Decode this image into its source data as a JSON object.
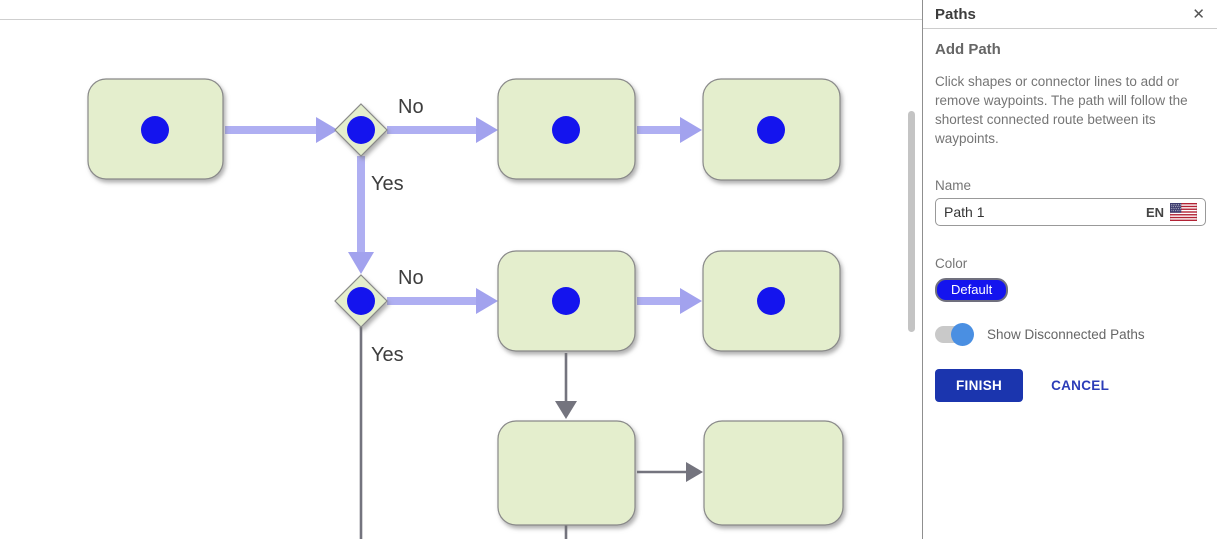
{
  "panel": {
    "title": "Paths",
    "close_icon": "✕",
    "section_title": "Add Path",
    "description": "Click shapes or connector lines to add or remove waypoints. The path will follow the shortest connected route between its waypoints.",
    "name": {
      "label": "Name",
      "value": "Path 1",
      "lang_badge": "EN"
    },
    "color": {
      "label": "Color",
      "value": "Default",
      "swatch_color": "#1414ee"
    },
    "toggle": {
      "label": "Show Disconnected Paths",
      "state": "on",
      "knob_color": "#4a8fe2",
      "track_color": "#c9c9c9"
    },
    "buttons": {
      "finish": "FINISH",
      "cancel": "CANCEL",
      "finish_bg": "#1b35ae",
      "cancel_color": "#2b3cb8"
    }
  },
  "diagram": {
    "branch_labels": {
      "no_top": "No",
      "yes_top": "Yes",
      "no_bottom": "No",
      "yes_bottom": "Yes"
    },
    "colors": {
      "shape_fill": "#e4eecd",
      "shape_border": "#898989",
      "waypoint_dot": "#1414ee",
      "path_highlight": "#afaff2",
      "connector_gray": "#74747e"
    }
  }
}
